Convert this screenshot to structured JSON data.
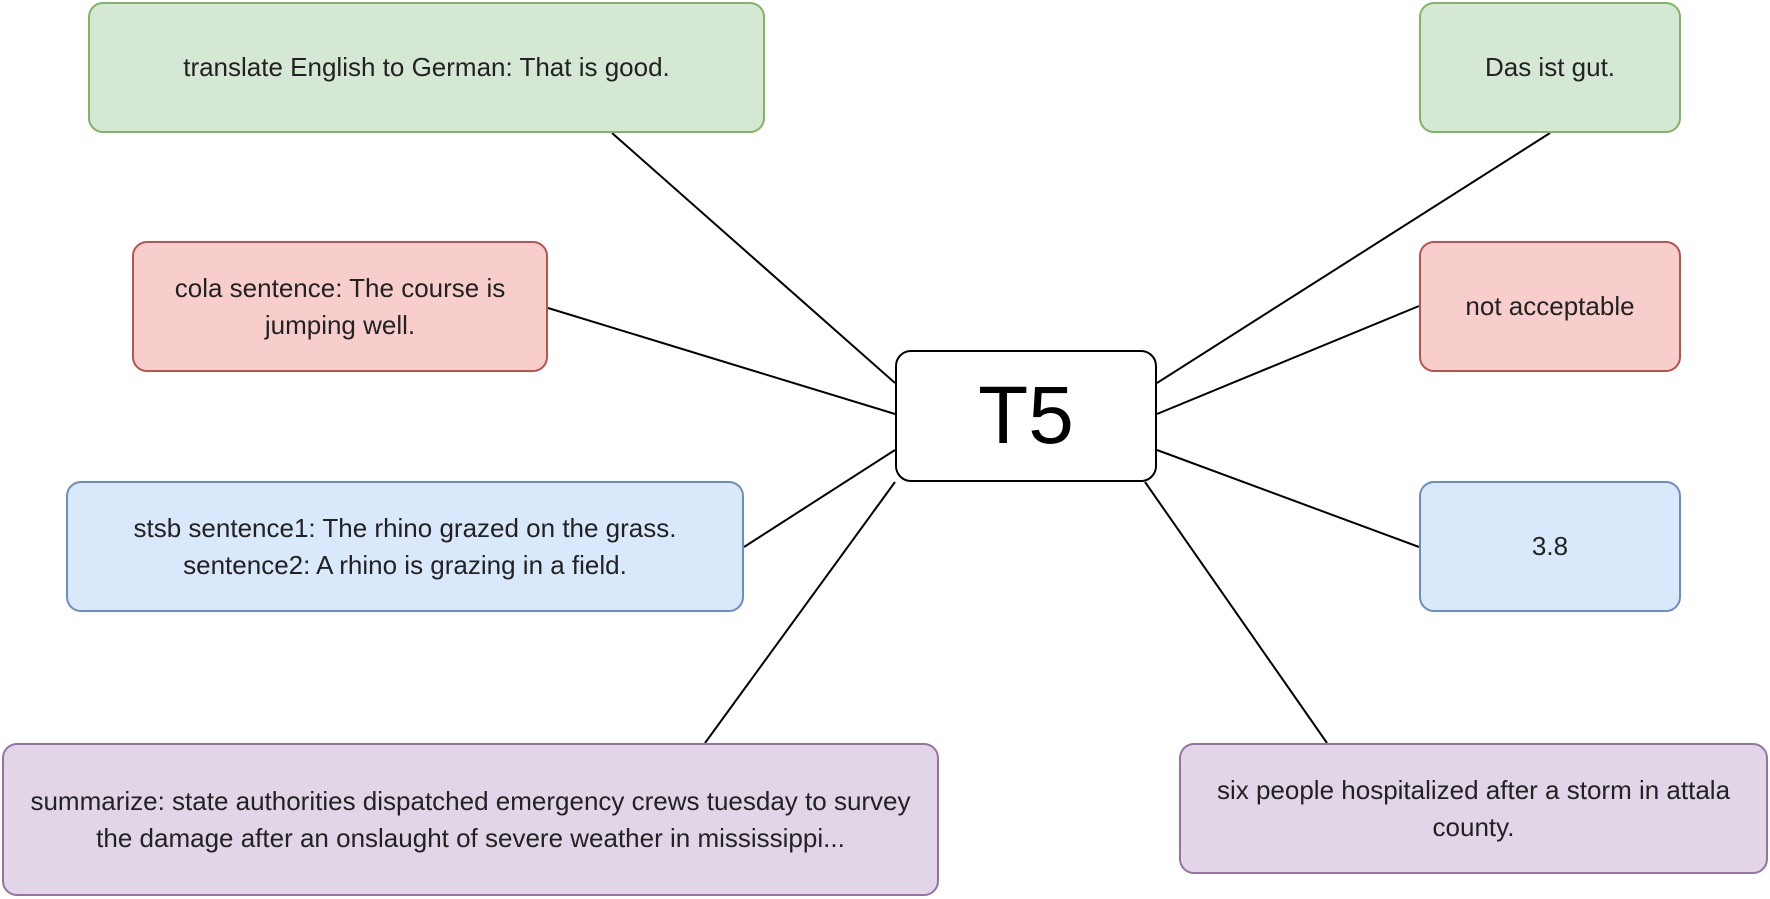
{
  "model": {
    "label": "T5"
  },
  "inputs": {
    "translate": "translate English to German: That is good.",
    "cola": "cola sentence: The course is jumping well.",
    "stsb": "stsb sentence1: The rhino grazed on the grass. sentence2: A rhino is grazing in a field.",
    "summarize": "summarize: state authorities dispatched emergency crews tuesday to survey the damage after an onslaught of severe weather in mississippi..."
  },
  "outputs": {
    "translate": "Das ist gut.",
    "cola": "not acceptable",
    "stsb": "3.8",
    "summarize": "six people hospitalized after a storm in attala county."
  },
  "colors": {
    "green_fill": "#d5e8d4",
    "green_border": "#82b366",
    "red_fill": "#f8cecc",
    "red_border": "#b85450",
    "blue_fill": "#dae8fc",
    "blue_border": "#6c8ebf",
    "purple_fill": "#e1d5e7",
    "purple_border": "#9673a6"
  }
}
